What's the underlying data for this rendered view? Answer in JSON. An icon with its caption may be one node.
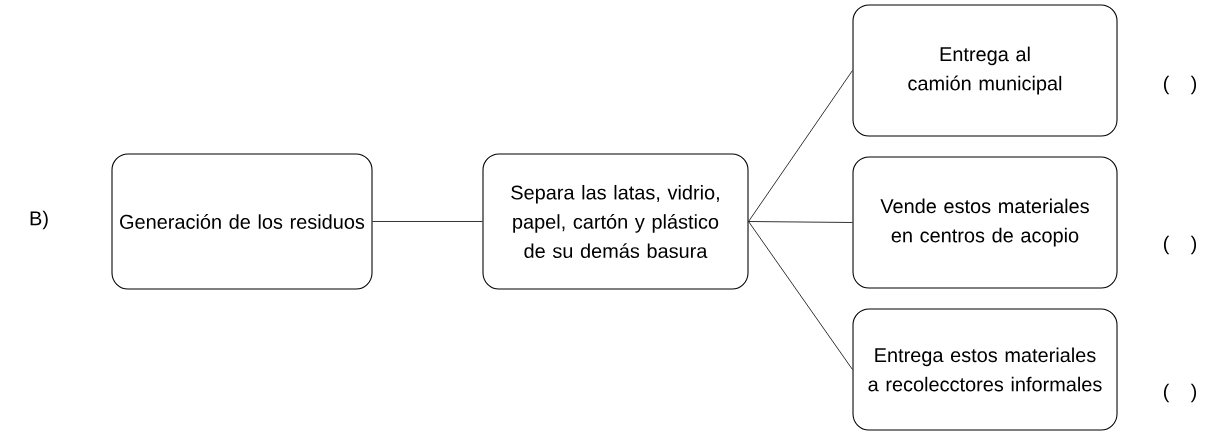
{
  "diagram": {
    "nodes": [
      {
        "text": [
          "Generación de los residuos"
        ]
      },
      {
        "text": [
          "Separa las latas, vidrio, papel, cartón y plástico de su demás basura"
        ]
      },
      {
        "text": [
          "Entrega al camión municipal"
        ]
      },
      {
        "text": [
          "Vende estos materiales en centros de acopio"
        ]
      },
      {
        "text": [
          "Entrega estos materiales a recolecctores informales"
        ]
      }
    ],
    "edges": [
      {
        "from": 0,
        "to": 1,
        "arrow": "none"
      },
      {
        "from": 1,
        "to": 2,
        "arrow": "none"
      },
      {
        "from": 1,
        "to": 3,
        "arrow": "none"
      },
      {
        "from": 1,
        "to": 4,
        "arrow": "none"
      }
    ],
    "labels": [
      "B)",
      "( )",
      "( )",
      "( )"
    ]
  }
}
